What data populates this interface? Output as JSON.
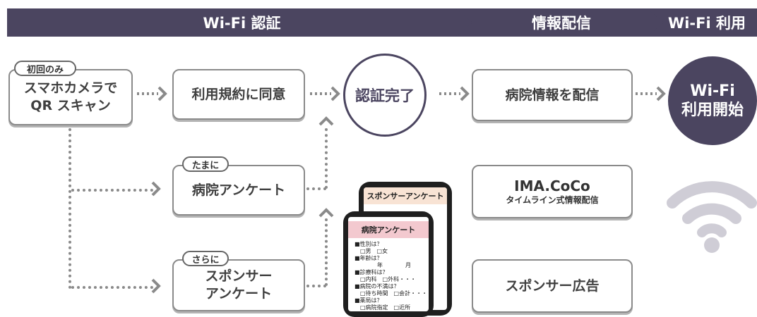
{
  "header": {
    "step1": "Wi-Fi 認証",
    "step2": "情報配信",
    "step3": "Wi-Fi 利用"
  },
  "tags": {
    "first_only": "初回のみ",
    "sometimes": "たまに",
    "further": "さらに"
  },
  "nodes": {
    "scan_qr": "スマホカメラで\nQR スキャン",
    "agree_terms": "利用規約に同意",
    "hospital_survey": "病院アンケート",
    "sponsor_survey": "スポンサー\nアンケート",
    "auth_complete": "認証完了",
    "deliver_info": "病院情報を配信",
    "imacoco_title": "IMA.CoCo",
    "imacoco_sub": "タイムライン式情報配信",
    "sponsor_ad": "スポンサー広告",
    "wifi_start": "Wi-Fi\n利用開始"
  },
  "phones": {
    "back_title": "スポンサーアンケート",
    "front_title": "病院アンケート",
    "lines": [
      "■性別は？",
      "　□男　□女",
      "■年齢は？",
      "　　　　年　　　　月",
      "■診療科は？",
      "　□内科　□外科・・・",
      "■病院の不満は？",
      "　□待ち時間　□会計・・・",
      "■薬局は？",
      "　□病院指定　□近所"
    ]
  },
  "colors": {
    "header_bg": "#4b4560",
    "arrow": "#8a8a8a",
    "box_border": "#8a8a8a",
    "phone_header_front": "#f3c9cf",
    "phone_header_back": "#f8e3d4",
    "wifi_icon": "#cfcdd6"
  },
  "icons": [
    "chevron-right-icon",
    "chevron-up-icon",
    "wifi-icon"
  ]
}
